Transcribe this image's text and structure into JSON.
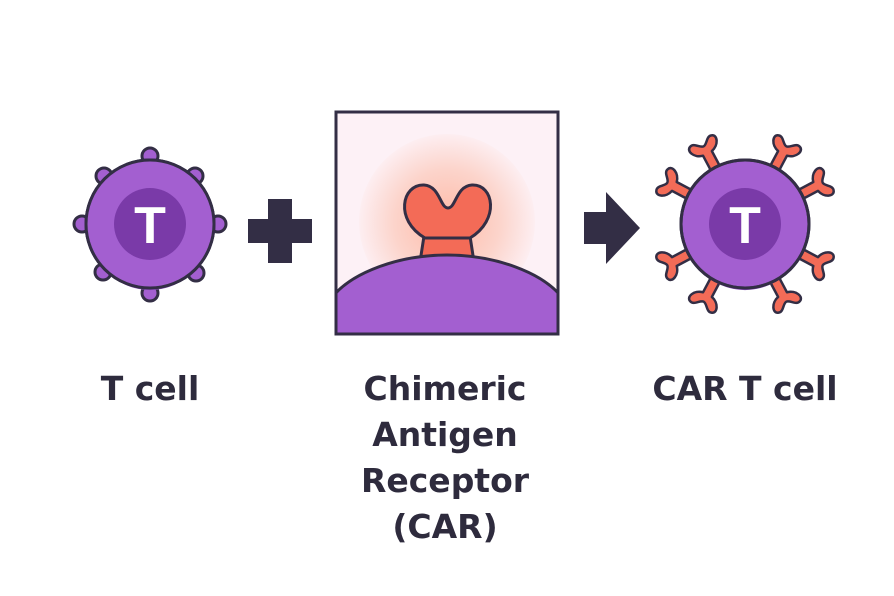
{
  "tcell": {
    "letter": "T",
    "label": "T cell"
  },
  "car": {
    "lines": [
      "Chimeric",
      "Antigen",
      "Receptor",
      "(CAR)"
    ]
  },
  "cart": {
    "letter": "T",
    "label": "CAR T cell"
  },
  "colors": {
    "cell_purple": "#a35fd0",
    "nucleus_purple": "#7a3aa8",
    "outline": "#332e45",
    "receptor_coral": "#f36b57",
    "panel_bg": "#fdf1f6",
    "dark_symbol": "#332e45"
  },
  "icons": [
    "t-cell-icon",
    "plus-icon",
    "car-receptor-icon",
    "arrow-right-icon",
    "car-t-cell-icon"
  ]
}
